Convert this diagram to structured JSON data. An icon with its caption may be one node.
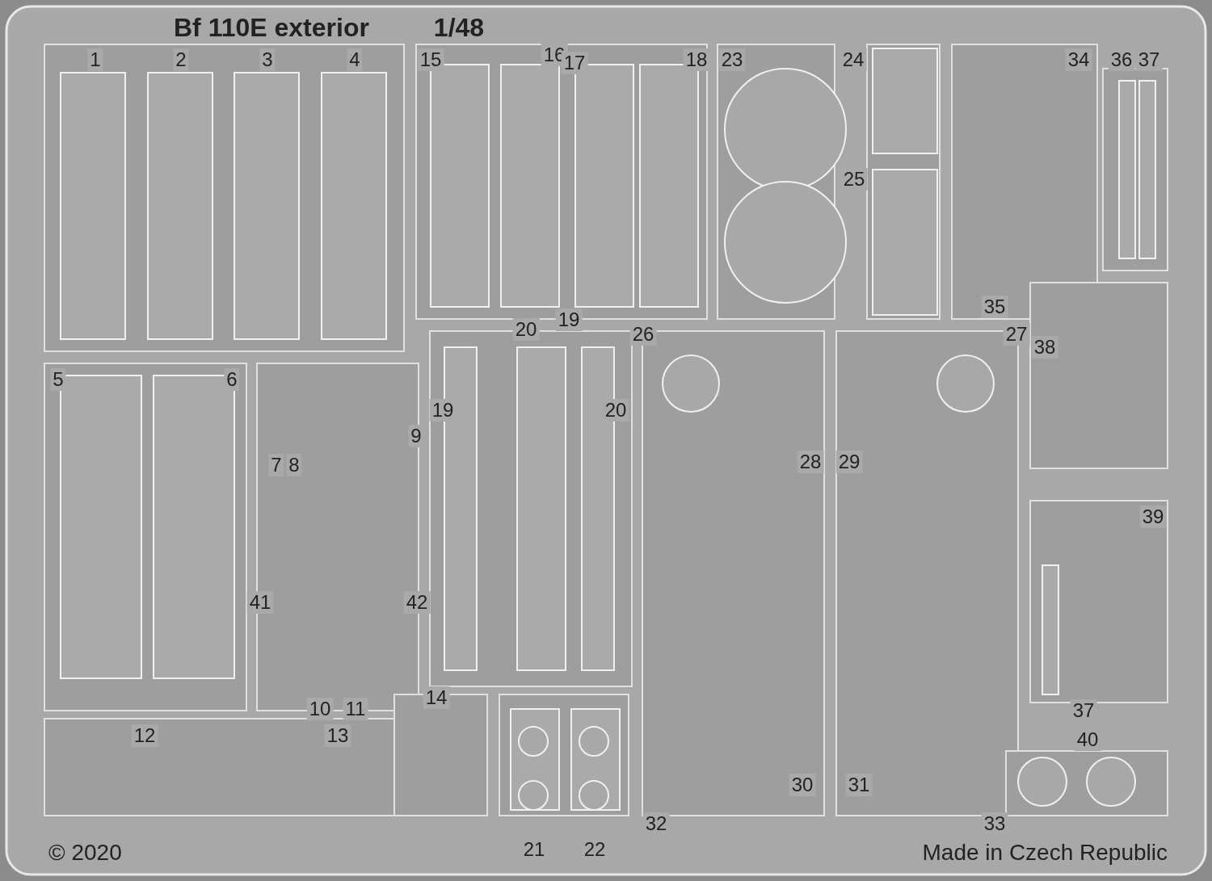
{
  "diagram": {
    "title": "Bf 110E exterior",
    "labels": [
      "1/48",
      "1",
      "2",
      "3",
      "4",
      "15",
      "16",
      "17",
      "18",
      "23",
      "24",
      "34",
      "36",
      "37",
      "25",
      "35",
      "20",
      "19",
      "26",
      "27",
      "38",
      "5",
      "6",
      "19",
      "20",
      "9",
      "7",
      "8",
      "28",
      "29",
      "39",
      "41",
      "42",
      "10",
      "11",
      "14",
      "37",
      "12",
      "13",
      "40",
      "30",
      "31",
      "21",
      "22",
      "32",
      "33",
      "© 2020",
      "Made in Czech Republic"
    ]
  }
}
